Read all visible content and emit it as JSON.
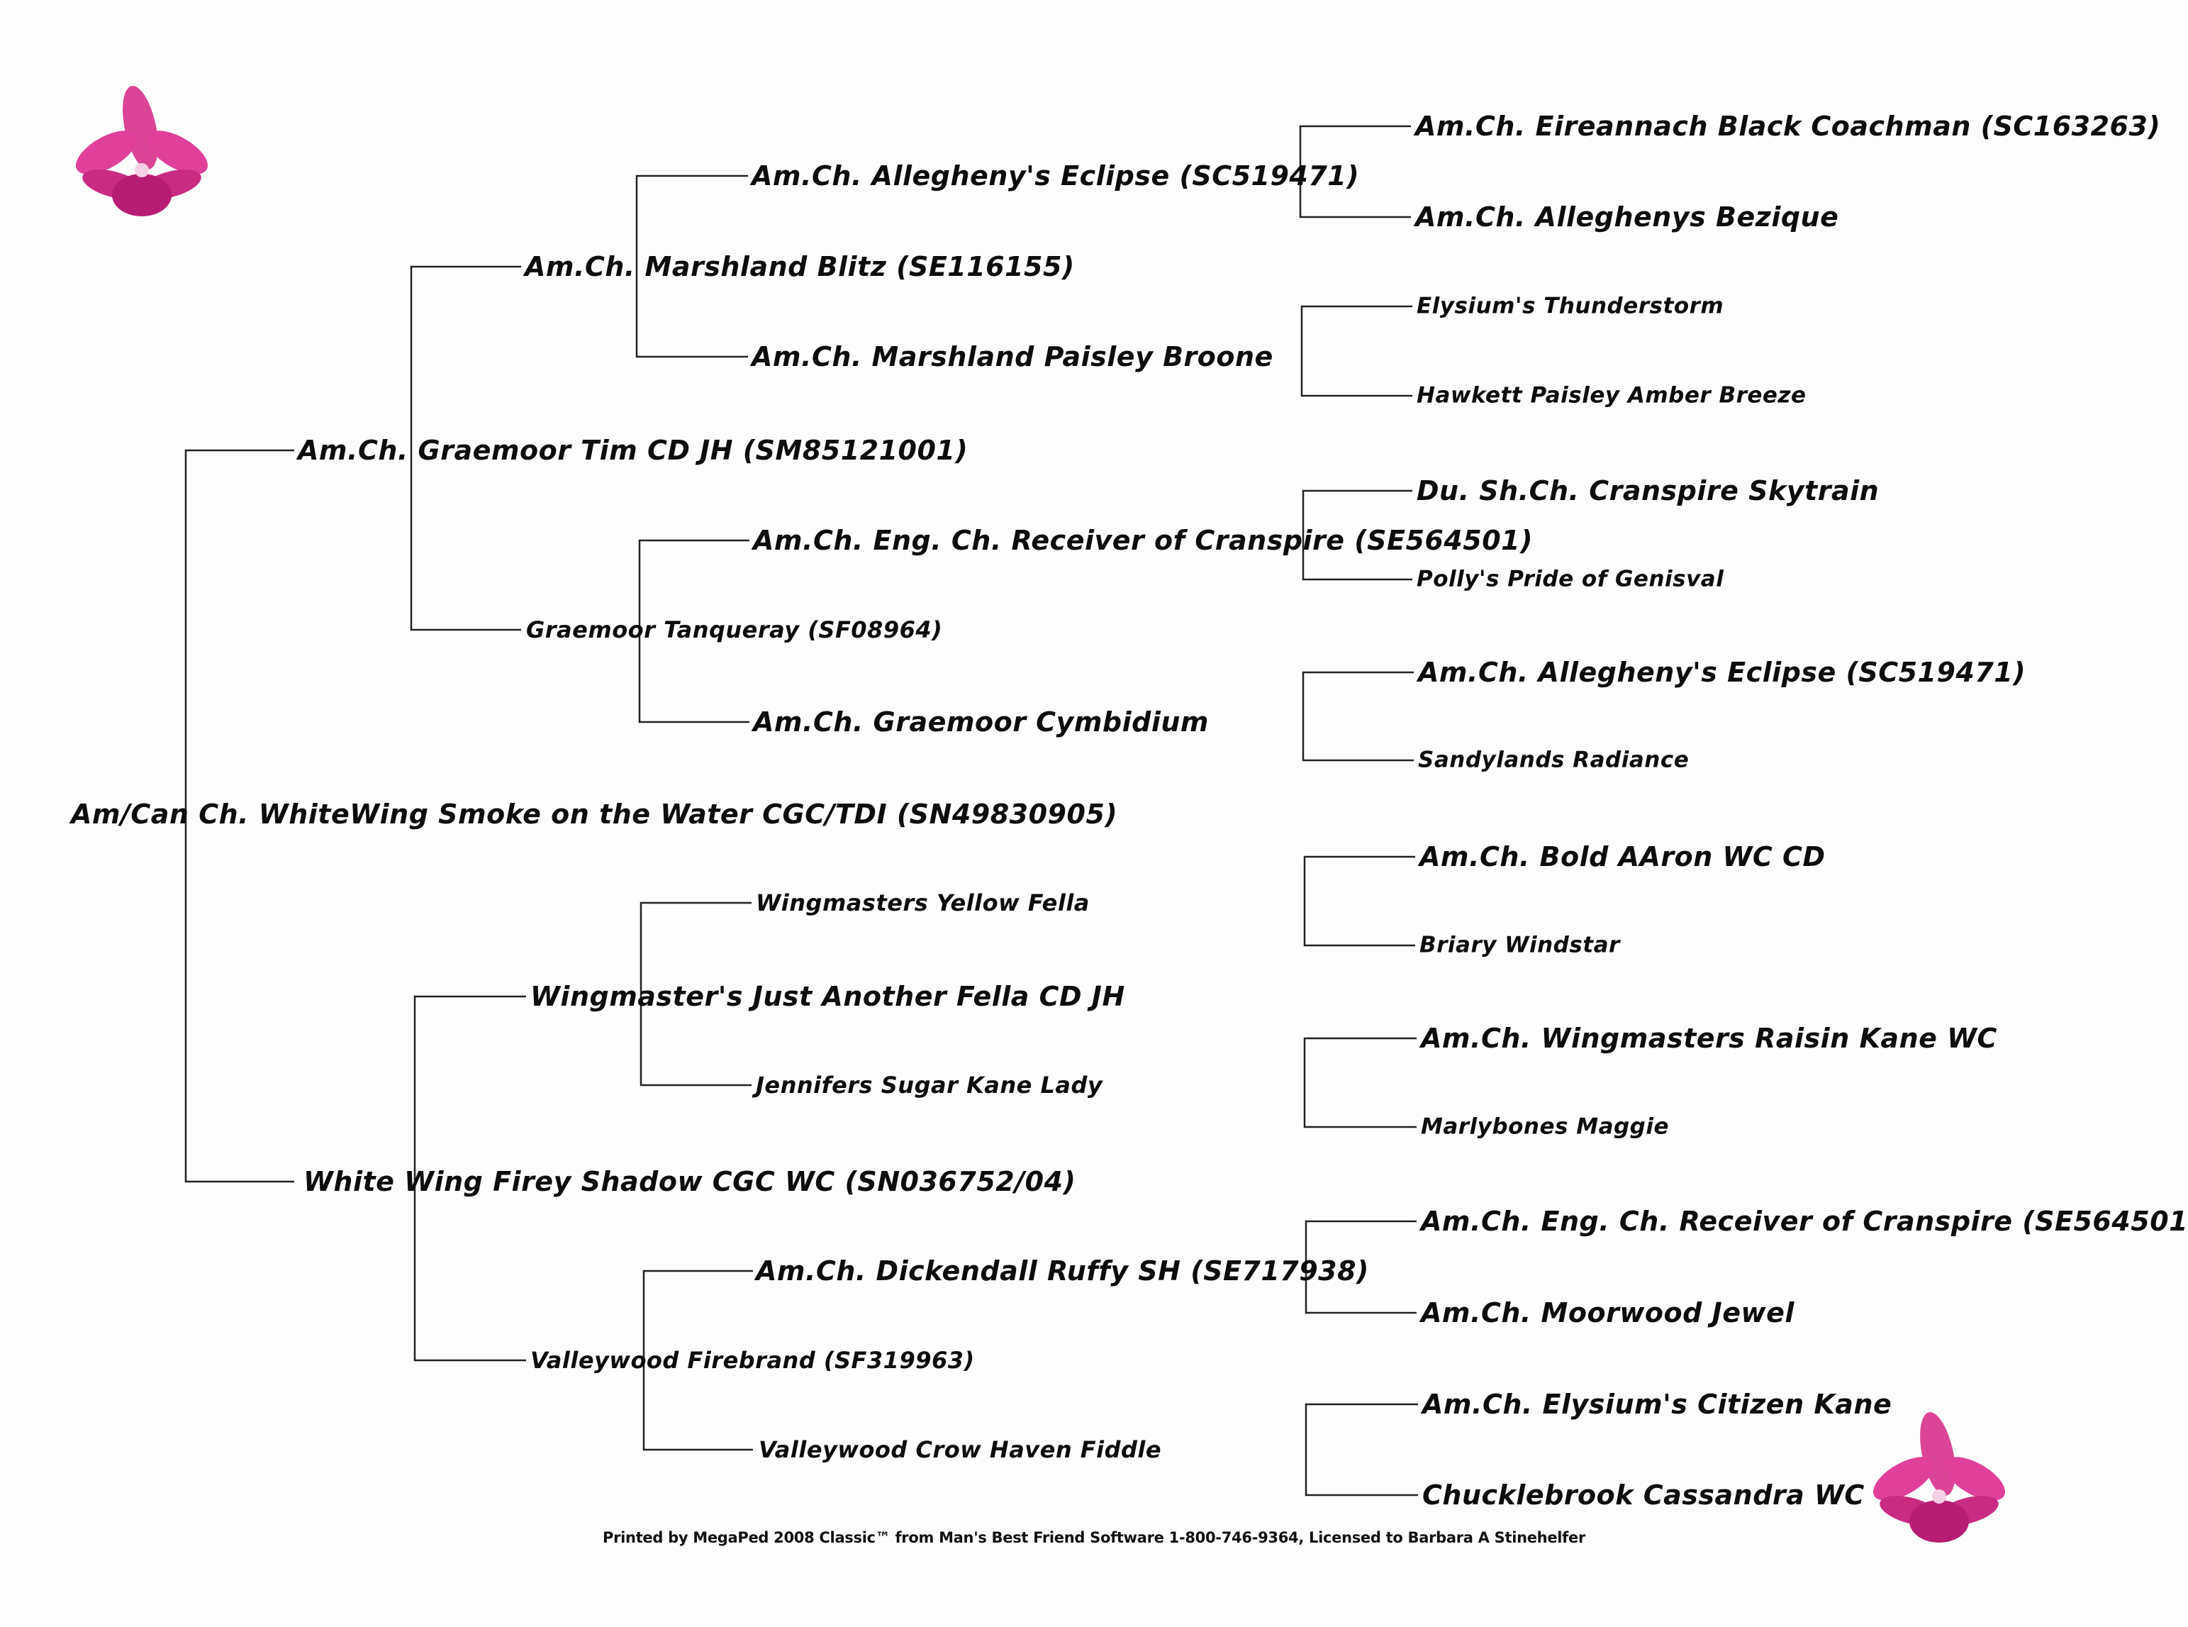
{
  "pedigree": {
    "subject": "Am/Can Ch. WhiteWing Smoke on the Water CGC/TDI (SN49830905)",
    "sire": {
      "name": "Am.Ch. Graemoor Tim CD JH (SM85121001)",
      "sire": {
        "name": "Am.Ch. Marshland Blitz (SE116155)",
        "sire": {
          "name": "Am.Ch. Allegheny's Eclipse (SC519471)",
          "sire": "Am.Ch. Eireannach Black Coachman (SC163263)",
          "dam": "Am.Ch. Alleghenys  Bezique"
        },
        "dam": {
          "name": "Am.Ch. Marshland Paisley Broone",
          "sire": "Elysium's Thunderstorm",
          "dam": "Hawkett Paisley Amber Breeze"
        }
      },
      "dam": {
        "name": "Graemoor Tanqueray (SF08964)",
        "sire": {
          "name": "Am.Ch. Eng. Ch. Receiver of Cranspire (SE564501)",
          "sire": "Du. Sh.Ch. Cranspire Skytrain",
          "dam": "Polly's Pride of Genisval"
        },
        "dam": {
          "name": "Am.Ch. Graemoor Cymbidium",
          "sire": "Am.Ch. Allegheny's Eclipse (SC519471)",
          "dam": "Sandylands Radiance"
        }
      }
    },
    "dam": {
      "name": "White Wing Firey Shadow CGC WC (SN036752/04)",
      "sire": {
        "name": "Wingmaster's Just Another Fella CD JH",
        "sire": {
          "name": "Wingmasters Yellow Fella",
          "sire": "Am.Ch. Bold AAron WC CD",
          "dam": "Briary Windstar"
        },
        "dam": {
          "name": "Jennifers Sugar Kane Lady",
          "sire": "Am.Ch. Wingmasters Raisin Kane WC",
          "dam": "Marlybones Maggie"
        }
      },
      "dam": {
        "name": "Valleywood Firebrand (SF319963)",
        "sire": {
          "name": "Am.Ch. Dickendall Ruffy SH (SE717938)",
          "sire": "Am.Ch. Eng. Ch. Receiver of Cranspire (SE564501",
          "dam": "Am.Ch. Moorwood Jewel"
        },
        "dam": {
          "name": "Valleywood Crow Haven Fiddle",
          "sire": "Am.Ch. Elysium's Citizen Kane",
          "dam": "Chucklebrook Cassandra  WC"
        }
      }
    }
  },
  "footer": "Printed by MegaPed 2008 Classic™ from Man's Best Friend Software 1-800-746-9364, Licensed to Barbara A Stinehelfer",
  "decor": {
    "orchid_icon": "orchid-icon",
    "petal_color": "#d8308a",
    "line_color": "#222222"
  }
}
